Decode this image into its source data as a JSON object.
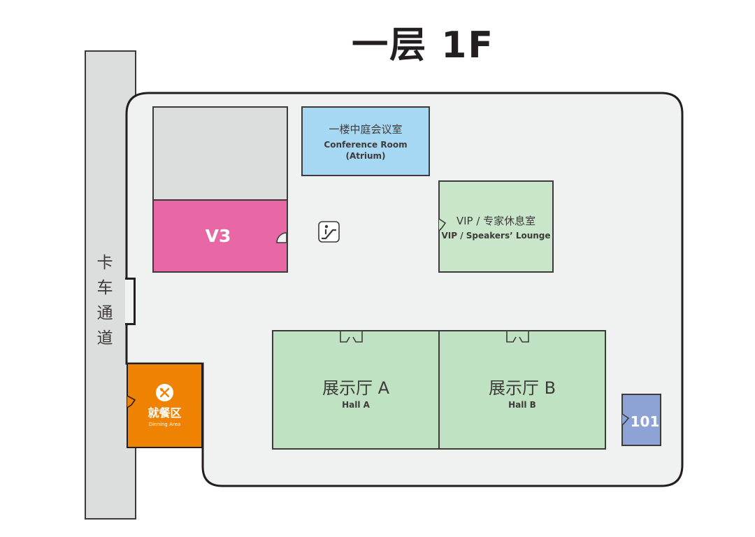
{
  "floor_title": "一层 1F",
  "truck_lane": {
    "label": "卡车通道",
    "chars": [
      "卡",
      "车",
      "通",
      "道"
    ]
  },
  "rooms": {
    "v3": {
      "label": "V3"
    },
    "conference": {
      "name_cn": "一楼中庭会议室",
      "name_en_line1": "Conference Room",
      "name_en_line2": "(Atrium)"
    },
    "vip": {
      "name_cn": "VIP / 专家休息室",
      "name_en": "VIP / Speakers’ Lounge"
    },
    "hall_a": {
      "name_cn": "展示厅 A",
      "name_en": "Hall A"
    },
    "hall_b": {
      "name_cn": "展示厅 B",
      "name_en": "Hall B"
    },
    "dining": {
      "name_cn": "就餐区",
      "name_en": "Dinning Area"
    },
    "room_101": {
      "label": "101"
    }
  },
  "icons": {
    "escalator": "escalator-icon",
    "dining": "fork-knife-icon",
    "door": "door-icon"
  },
  "colors": {
    "floor": "#f0f1f1",
    "outline": "#231f20",
    "gray_room": "#dcdddd",
    "v3": "#e768a4",
    "conference": "#a6d8f3",
    "vip": "#c9e6ca",
    "hall": "#bfe2c2",
    "dining": "#ef8200",
    "room_101": "#8da3d6"
  }
}
